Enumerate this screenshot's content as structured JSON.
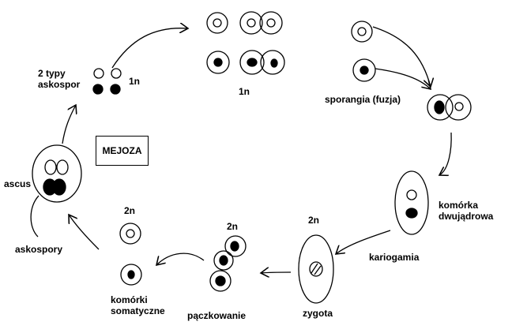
{
  "labels": {
    "two_types": "2 typy\naskospor",
    "n1_left": "1n",
    "n1_top": "1n",
    "sporangia": "sporangia (fuzja)",
    "mejoza": "MEJOZA",
    "ascus": "ascus",
    "komorka_dwujadrowa": "komórka\ndwujądrowa",
    "kariogamia": "kariogamia",
    "n2_zygota": "2n",
    "n2_pacz": "2n",
    "n2_som": "2n",
    "askospory": "askospory",
    "komorki_somatyczne": "komórki\nsomatyczne",
    "paczkowanie": "pączkowanie",
    "zygota": "zygota"
  },
  "colors": {
    "stroke": "#000000",
    "fill_dark": "#000000",
    "background": "#ffffff"
  }
}
